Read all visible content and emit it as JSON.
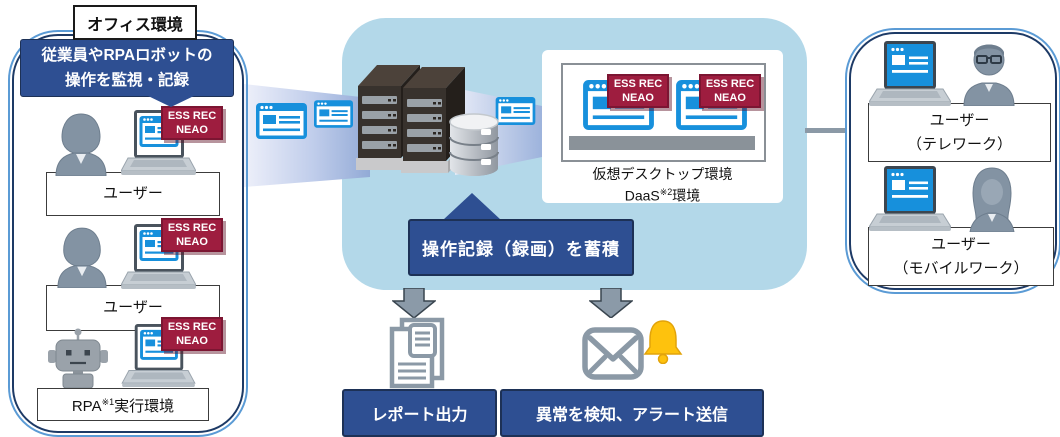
{
  "office": {
    "title": "オフィス環境",
    "callout": {
      "line1": "従業員やRPAロボットの",
      "line2": "操作を監視・記録"
    },
    "user1_label": "ユーザー",
    "user2_label": "ユーザー",
    "rpa_label": {
      "prefix": "RPA",
      "sup": "※1",
      "suffix": "実行環境"
    }
  },
  "badge": {
    "line1": "ESS REC",
    "line2": "NEAO"
  },
  "center": {
    "storage_callout": "操作記録（録画）を蓄積",
    "vdi": {
      "line1": "仮想デスクトップ環境",
      "line2_prefix": "DaaS",
      "line2_sup": "※2",
      "line2_suffix": "環境"
    }
  },
  "outputs": {
    "report_label": "レポート出力",
    "alert_label": "異常を検知、アラート送信"
  },
  "remote": {
    "telework": {
      "line1": "ユーザー",
      "line2": "（テレワーク）"
    },
    "mobilework": {
      "line1": "ユーザー",
      "line2": "（モバイルワーク）"
    }
  },
  "icons": {
    "app_window": "app-window-icon",
    "laptop": "laptop-icon",
    "hooded_user": "hooded-user-icon",
    "robot": "rpa-robot-icon",
    "server": "server-towers-icon",
    "database": "database-icon",
    "document": "report-document-icon",
    "envelope": "mail-envelope-icon",
    "bell": "alert-bell-icon",
    "down_arrow": "down-arrow-icon",
    "man_glasses": "telework-user-icon",
    "woman": "mobilework-user-icon"
  },
  "colors": {
    "panel_blue": "#b3d8e9",
    "navy": "#2e4f92",
    "navy_border": "#1d3156",
    "badge_red": "#9e1d3f",
    "badge_red_border": "#7c1532",
    "icon_blue": "#1790dc",
    "slate_gray": "#8b99a6",
    "bell_yellow": "#fec20d",
    "box_outer_blue": "#5b9bd5",
    "box_inner_navy": "#1d3a66"
  }
}
